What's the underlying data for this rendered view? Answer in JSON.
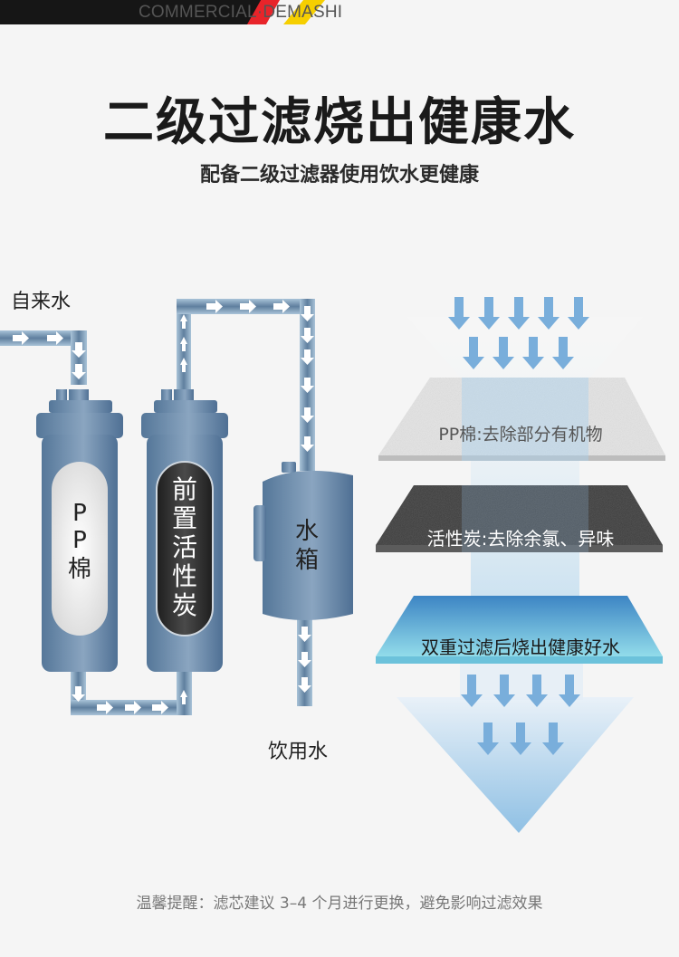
{
  "header": {
    "brand": "COMMERCIAL·DEMASHI",
    "stripe_colors": [
      "#161616",
      "#e8242a",
      "#f6cf00"
    ]
  },
  "hero": {
    "title": "二级过滤烧出健康水",
    "subtitle": "配备二级过滤器使用饮水更健康"
  },
  "flow_diagram": {
    "inlet_label": "自来水",
    "outlet_label": "饮用水",
    "filter1_label": "PP棉",
    "filter2_label": "前置活性炭",
    "tank_label": "水箱",
    "pipe_color": "#7d9ab6",
    "housing_color": "#5e7ea0"
  },
  "filtration_layers": {
    "layers": [
      {
        "label": "PP棉:去除部分有机物",
        "color": "#e6e6e6"
      },
      {
        "label": "活性炭:去除余氯、异味",
        "color": "#3a3a3a"
      },
      {
        "label": "双重过滤后烧出健康好水",
        "color": "#5bb6d8"
      }
    ],
    "arrow_color": "#79aedb"
  },
  "footer": {
    "tip": "温馨提醒：滤芯建议 3–4 个月进行更换，避免影响过滤效果"
  }
}
